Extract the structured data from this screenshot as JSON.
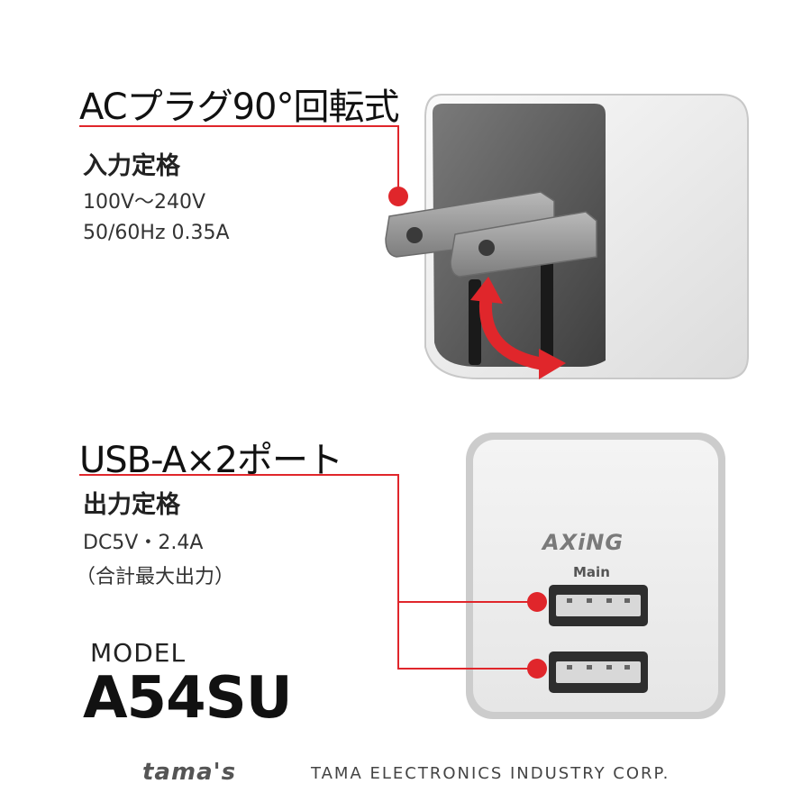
{
  "top_section": {
    "heading": "ACプラグ90°回転式",
    "subheading": "入力定格",
    "spec_lines": [
      "100V〜240V",
      "50/60Hz 0.35A"
    ]
  },
  "bottom_section": {
    "heading": "USB-A×2ポート",
    "subheading": "出力定格",
    "spec_lines": [
      "DC5V・2.4A",
      "（合計最大出力）"
    ]
  },
  "device_front": {
    "brand_logo": "AXiNG",
    "port_label": "Main"
  },
  "model": {
    "label": "MODEL",
    "number": "A54SU"
  },
  "footer": {
    "logo": "tama's",
    "company": "TAMA ELECTRONICS INDUSTRY CORP."
  },
  "colors": {
    "accent_red": "#e0262b",
    "text_dark": "#111111",
    "device_white": "#f2f2f2",
    "device_gray": "#cfcfcf"
  }
}
